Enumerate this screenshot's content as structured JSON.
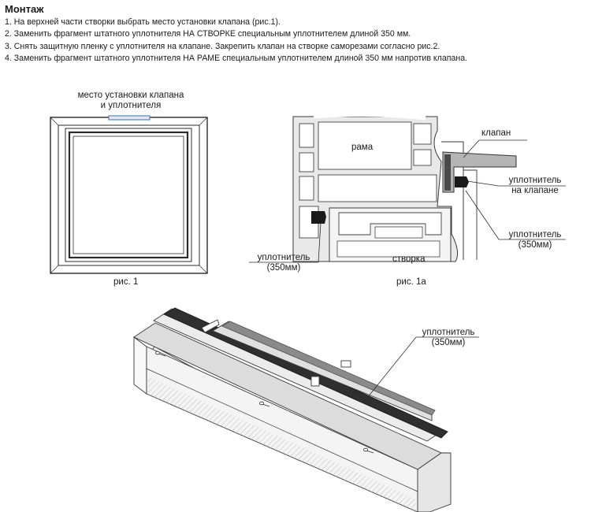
{
  "header": {
    "title": "Монтаж"
  },
  "steps": [
    "1. На верхней части створки выбрать место установки клапана (рис.1).",
    "2. Заменить фрагмент штатного уплотнителя НА СТВОРКЕ специальным уплотнителем длиной 350 мм.",
    "3. Снять защитную пленку с уплотнителя на клапане. Закрепить клапан на створке саморезами согласно рис.2.",
    "4. Заменить фрагмент штатного уплотнителя НА РАМЕ специальным уплотнителем длиной 350 мм напротив клапана."
  ],
  "fig1": {
    "label_line1": "место установки клапана",
    "label_line2": "и уплотнителя",
    "caption": "рис. 1"
  },
  "fig1a": {
    "frame": "рама",
    "valve": "клапан",
    "seal_valve_line1": "уплотнитель",
    "seal_valve_line2": "на клапане",
    "seal_right_line1": "уплотнитель",
    "seal_right_line2": "(350мм)",
    "seal_left_line1": "уплотнитель",
    "seal_left_line2": "(350мм)",
    "sash": "створка",
    "caption": "рис. 1а"
  },
  "fig2": {
    "seal_line1": "уплотнитель",
    "seal_line2": "(350мм)"
  }
}
